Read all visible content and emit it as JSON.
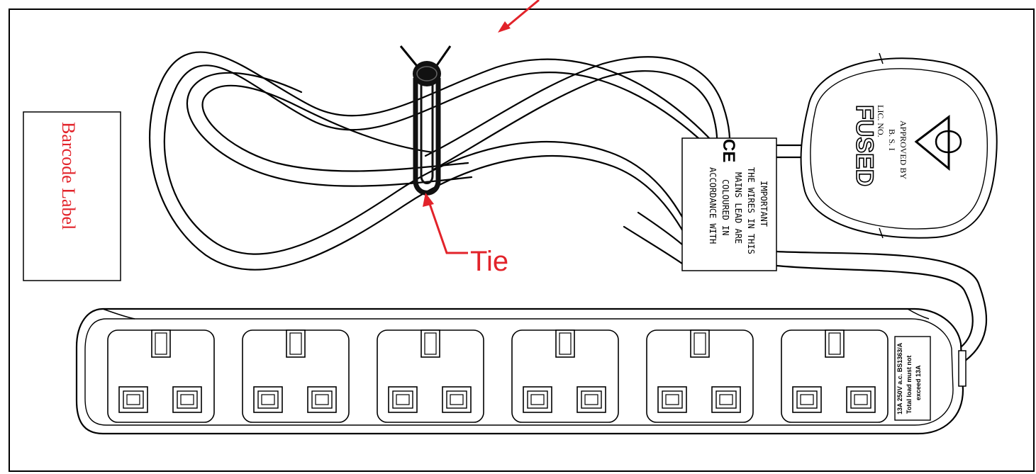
{
  "barcode_label": {
    "text": "Barcode Label"
  },
  "tie_callout": {
    "text": "Tie"
  },
  "cord_tag": {
    "ce_mark": "CE",
    "lines": [
      "IMPORTANT",
      "THE WIRES IN THIS",
      "MAINS LEAD ARE",
      "COLOURED IN",
      "ACCORDANCE WITH"
    ]
  },
  "plug": {
    "approved_lines": [
      "APPROVED BY",
      "B. S. I",
      "LIC. NO."
    ],
    "fused_text": "FUSED"
  },
  "rating_label": {
    "lines": [
      "13A 250V a.c. BS1363/A",
      "Total load must not",
      "exceed 13A"
    ]
  },
  "socket_count": 6,
  "colors": {
    "annotation_red": "#e2232a",
    "line_black": "#000000",
    "background": "#ffffff"
  }
}
